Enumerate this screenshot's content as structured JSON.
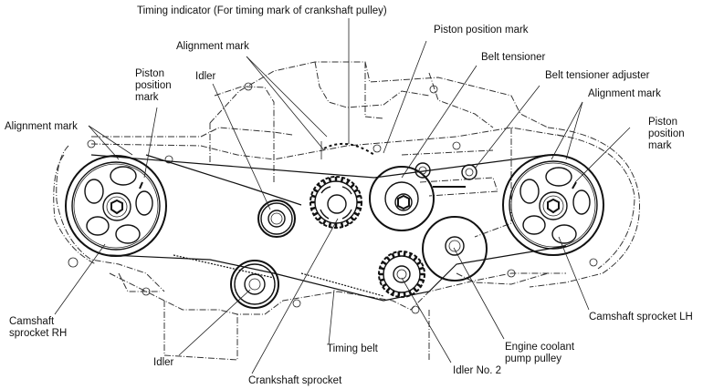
{
  "diagram": {
    "subject": "Timing belt layout",
    "labels": {
      "timing_indicator": "Timing indicator (For timing mark of crankshaft pulley)",
      "alignment_mark_top": "Alignment mark",
      "piston_position_mark_left": "Piston\nposition\nmark",
      "idler_top": "Idler",
      "alignment_mark_left": "Alignment mark",
      "piston_position_mark_top": "Piston position mark",
      "belt_tensioner": "Belt tensioner",
      "belt_tensioner_adjuster": "Belt tensioner adjuster",
      "alignment_mark_right": "Alignment mark",
      "piston_position_mark_right": "Piston\nposition\nmark",
      "camshaft_sprocket_rh": "Camshaft\nsprocket RH",
      "idler_bottom": "Idler",
      "crankshaft_sprocket": "Crankshaft sprocket",
      "timing_belt": "Timing belt",
      "idler_no2": "Idler No. 2",
      "engine_coolant_pump_pulley": "Engine coolant\npump pulley",
      "camshaft_sprocket_lh": "Camshaft sprocket LH"
    },
    "components": [
      "camshaft-sprocket-rh",
      "camshaft-sprocket-lh",
      "crankshaft-sprocket",
      "idler",
      "idler-lower",
      "idler-no2",
      "belt-tensioner",
      "belt-tensioner-adjuster",
      "engine-coolant-pump-pulley",
      "timing-belt",
      "timing-indicator"
    ]
  }
}
